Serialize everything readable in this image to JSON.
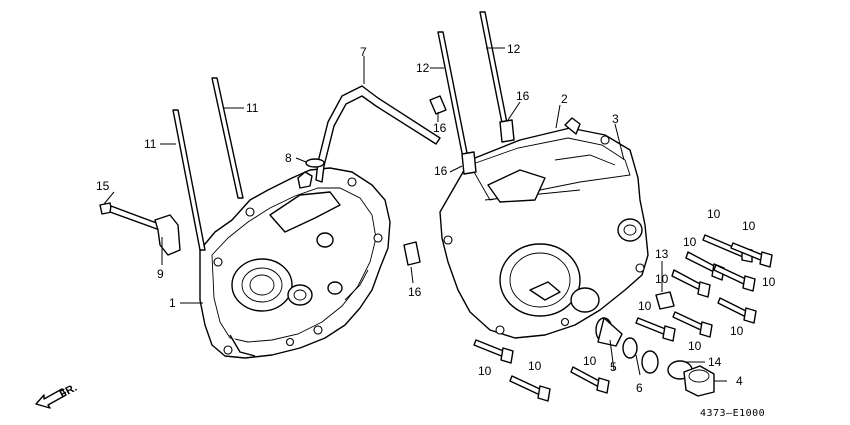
{
  "diagram": {
    "callouts": {
      "c1": "1",
      "c2": "2",
      "c3": "3",
      "c4": "4",
      "c5": "5",
      "c6": "6",
      "c7": "7",
      "c8": "8",
      "c9": "9",
      "c10a": "10",
      "c10b": "10",
      "c10c": "10",
      "c10d": "10",
      "c10e": "10",
      "c10f": "10",
      "c10g": "10",
      "c10h": "10",
      "c10i": "10",
      "c10j": "10",
      "c10k": "10",
      "c11a": "11",
      "c11b": "11",
      "c12a": "12",
      "c12b": "12",
      "c13": "13",
      "c14": "14",
      "c15": "15",
      "c16a": "16",
      "c16b": "16",
      "c16c": "16",
      "c16d": "16"
    },
    "direction_label": "FR.",
    "drawing_code": "4373–E1000"
  }
}
